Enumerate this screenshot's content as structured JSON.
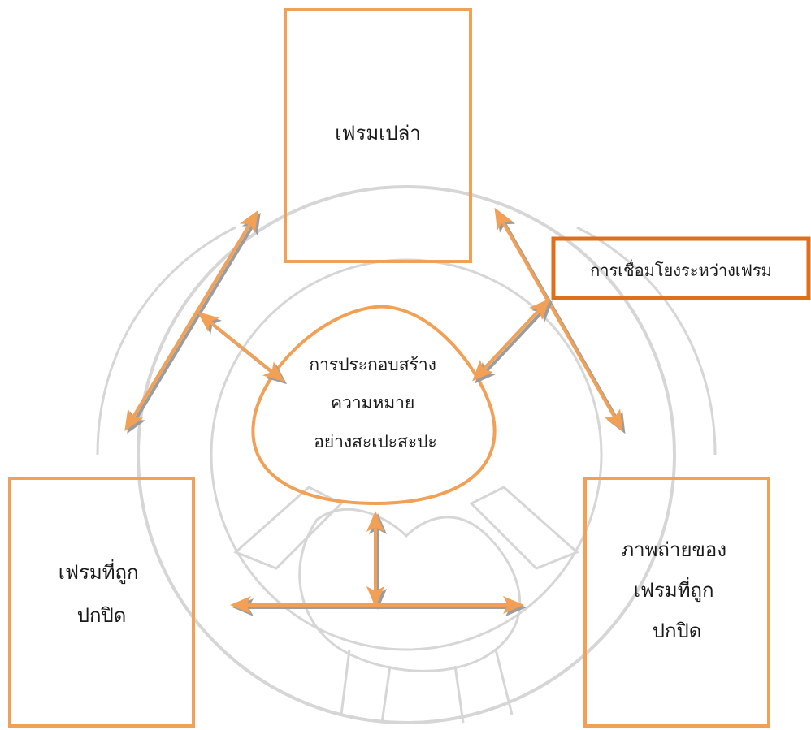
{
  "diagram": {
    "boxes": {
      "top": {
        "lines": [
          "เฟรมเปล่า"
        ]
      },
      "left": {
        "lines": [
          "เฟรมที่ถูก",
          "ปกปิด"
        ]
      },
      "right": {
        "lines": [
          "ภาพถ่ายของ",
          "เฟรมที่ถูก",
          "ปกปิด"
        ]
      }
    },
    "center": {
      "lines": [
        "การประกอบสร้าง",
        "ความหมาย",
        "อย่างสะเปะสะปะ"
      ]
    },
    "legend": {
      "text": "การเชื่อมโยงระหว่างเฟรม"
    }
  },
  "colors": {
    "box_border": "#f2a055",
    "legend_border": "#e06f1b",
    "arrow": "#f2a055",
    "arrow_shadow": "#9c9c9c",
    "watermark": "#d6d6d6",
    "text": "#1a1a1a"
  }
}
